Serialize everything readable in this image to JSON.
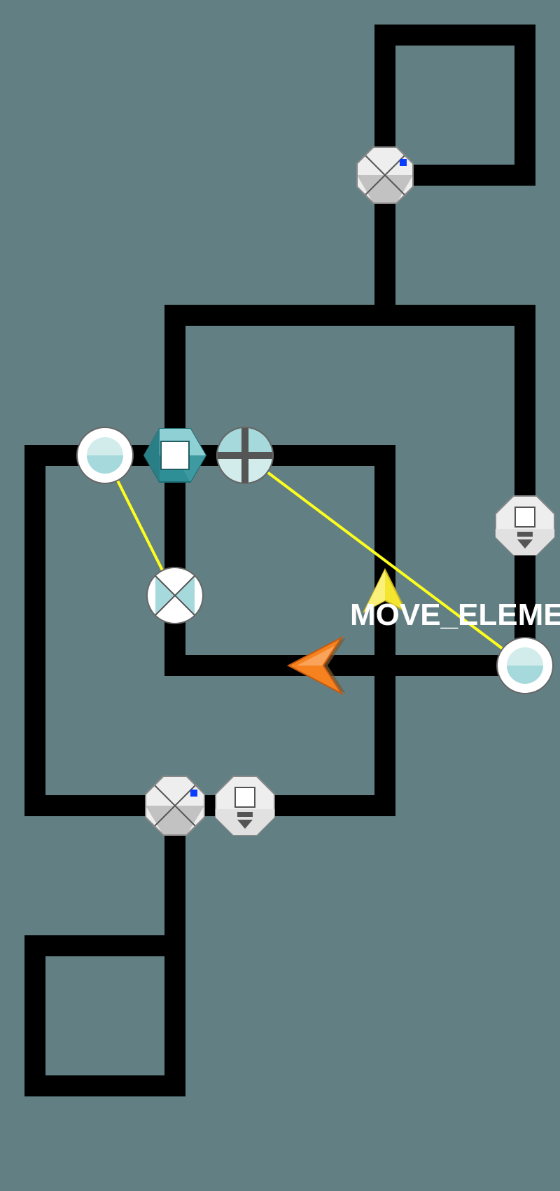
{
  "game": {
    "status_label": "MOVE_ELEMENT",
    "colors": {
      "background": "#628083",
      "track": "#000000",
      "link_line": "#ffff1e",
      "player_cursor": "#f5821f",
      "move_cursor": "#f4e531",
      "selection_dot": "#0a3cff",
      "node_light": "#eeeeee",
      "node_teal": "#2e8f97",
      "node_pale_cyan": "#a5d9dc"
    },
    "nodes": [
      {
        "id": "n1",
        "kind": "octagon-diamond",
        "icon": "x-diamond-icon",
        "selected": true
      },
      {
        "id": "n2",
        "kind": "circle-bowl",
        "icon": "bowl-icon",
        "selected": false
      },
      {
        "id": "n3",
        "kind": "hexagon-square",
        "icon": "square-box-icon",
        "selected": false
      },
      {
        "id": "n4",
        "kind": "circle-cross",
        "icon": "plus-cross-icon",
        "selected": false
      },
      {
        "id": "n5",
        "kind": "octagon-eject",
        "icon": "eject-icon",
        "selected": false
      },
      {
        "id": "n6",
        "kind": "circle-x",
        "icon": "x-cross-icon",
        "selected": false
      },
      {
        "id": "n7",
        "kind": "circle-bowl",
        "icon": "bowl-icon",
        "selected": false
      },
      {
        "id": "n8",
        "kind": "octagon-diamond",
        "icon": "x-diamond-icon",
        "selected": true
      },
      {
        "id": "n9",
        "kind": "octagon-eject",
        "icon": "eject-icon",
        "selected": false
      }
    ],
    "links": [
      {
        "from": "n2",
        "to": "n6"
      },
      {
        "from": "n4",
        "to": "n7"
      }
    ],
    "cursors": [
      {
        "id": "player",
        "icon": "orange-arrow-icon",
        "direction": "left"
      },
      {
        "id": "move",
        "icon": "yellow-arrow-icon",
        "direction": "up"
      }
    ]
  }
}
